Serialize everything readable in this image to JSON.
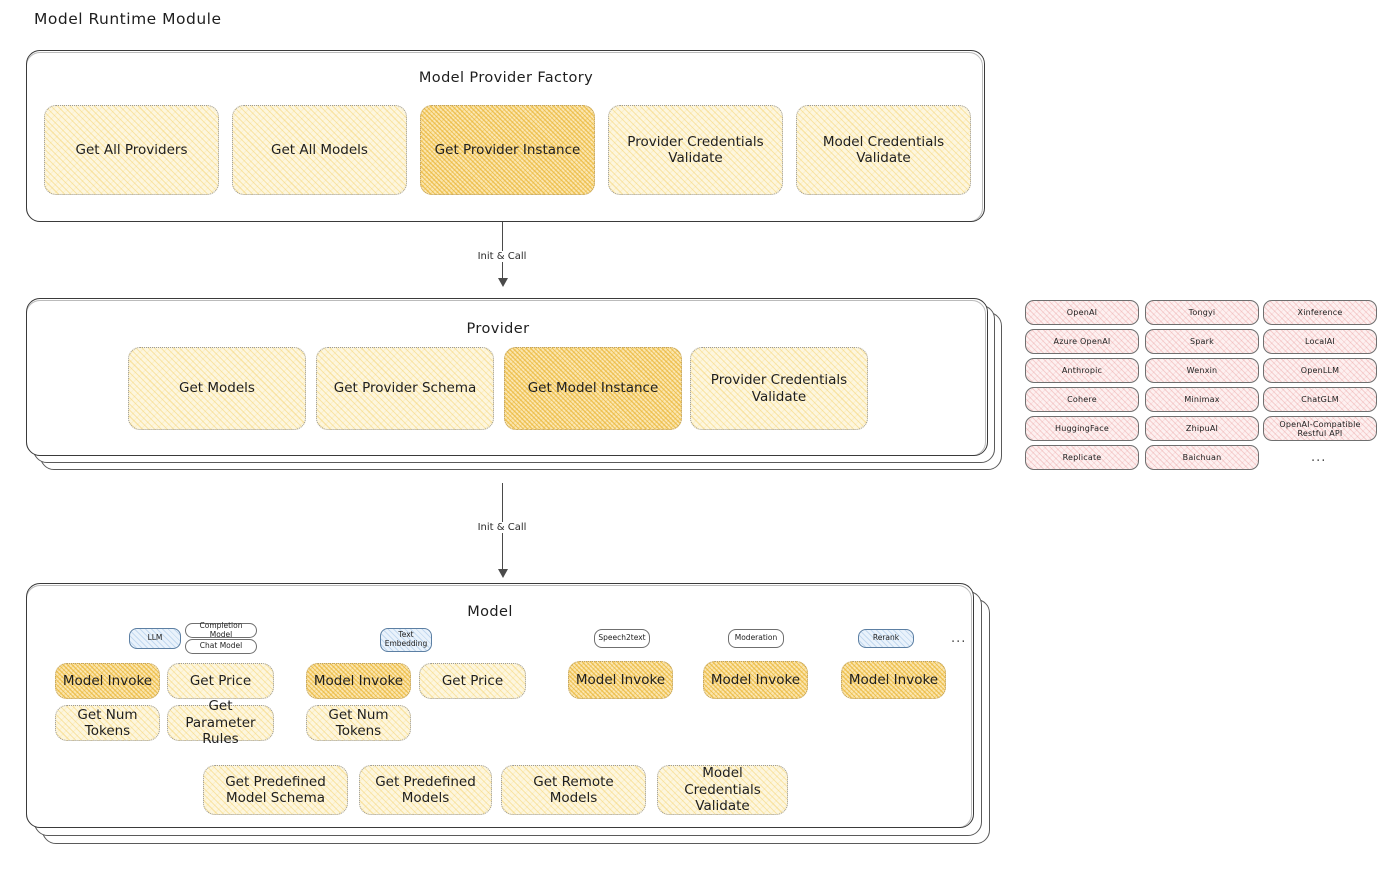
{
  "page": {
    "title": "Model Runtime Module"
  },
  "arrows": [
    {
      "label": "Init & Call"
    },
    {
      "label": "Init & Call"
    }
  ],
  "factory": {
    "title": "Model Provider Factory",
    "nodes": [
      {
        "label": "Get All Providers",
        "highlighted": false
      },
      {
        "label": "Get All Models",
        "highlighted": false
      },
      {
        "label": "Get Provider Instance",
        "highlighted": true
      },
      {
        "label": "Provider Credentials Validate",
        "highlighted": false
      },
      {
        "label": "Model Credentials Validate",
        "highlighted": false
      }
    ]
  },
  "provider": {
    "title": "Provider",
    "nodes": [
      {
        "label": "Get Models",
        "highlighted": false
      },
      {
        "label": "Get Provider Schema",
        "highlighted": false
      },
      {
        "label": "Get Model Instance",
        "highlighted": true
      },
      {
        "label": "Provider Credentials Validate",
        "highlighted": false
      }
    ]
  },
  "provider_list": {
    "columns": [
      {
        "items": [
          "OpenAI",
          "Azure OpenAI",
          "Anthropic",
          "Cohere",
          "HuggingFace",
          "Replicate"
        ]
      },
      {
        "items": [
          "Tongyi",
          "Spark",
          "Wenxin",
          "Minimax",
          "ZhipuAI",
          "Baichuan"
        ]
      },
      {
        "items": [
          "Xinference",
          "LocalAI",
          "OpenLLM",
          "ChatGLM",
          "OpenAI-Compatible Restful API"
        ]
      }
    ],
    "more": "..."
  },
  "model": {
    "title": "Model",
    "more": "...",
    "types": [
      {
        "badges": [
          {
            "label": "LLM",
            "style": "blue"
          },
          {
            "label": "Completion Model",
            "style": "white"
          },
          {
            "label": "Chat Model",
            "style": "white"
          }
        ],
        "nodes": [
          {
            "label": "Model Invoke",
            "highlighted": true
          },
          {
            "label": "Get Price",
            "highlighted": false
          },
          {
            "label": "Get Num Tokens",
            "highlighted": false
          },
          {
            "label": "Get Parameter Rules",
            "highlighted": false
          }
        ]
      },
      {
        "badges": [
          {
            "label": "Text Embedding",
            "style": "blue"
          }
        ],
        "nodes": [
          {
            "label": "Model Invoke",
            "highlighted": true
          },
          {
            "label": "Get Price",
            "highlighted": false
          },
          {
            "label": "Get Num Tokens",
            "highlighted": false
          }
        ]
      },
      {
        "badges": [
          {
            "label": "Speech2text",
            "style": "white"
          }
        ],
        "nodes": [
          {
            "label": "Model Invoke",
            "highlighted": true
          }
        ]
      },
      {
        "badges": [
          {
            "label": "Moderation",
            "style": "white"
          }
        ],
        "nodes": [
          {
            "label": "Model Invoke",
            "highlighted": true
          }
        ]
      },
      {
        "badges": [
          {
            "label": "Rerank",
            "style": "blue"
          }
        ],
        "nodes": [
          {
            "label": "Model Invoke",
            "highlighted": true
          }
        ]
      }
    ],
    "common_nodes": [
      {
        "label": "Get Predefined Model Schema"
      },
      {
        "label": "Get Predefined Models"
      },
      {
        "label": "Get Remote Models"
      },
      {
        "label": "Model Credentials Validate"
      }
    ]
  },
  "colors": {
    "node_fill": "#fdf6de",
    "node_fill_highlight": "#fbe6b0",
    "chip_fill": "#fdf0f0",
    "badge_blue": "#e9f2fb",
    "stroke": "#3a3a3a"
  }
}
